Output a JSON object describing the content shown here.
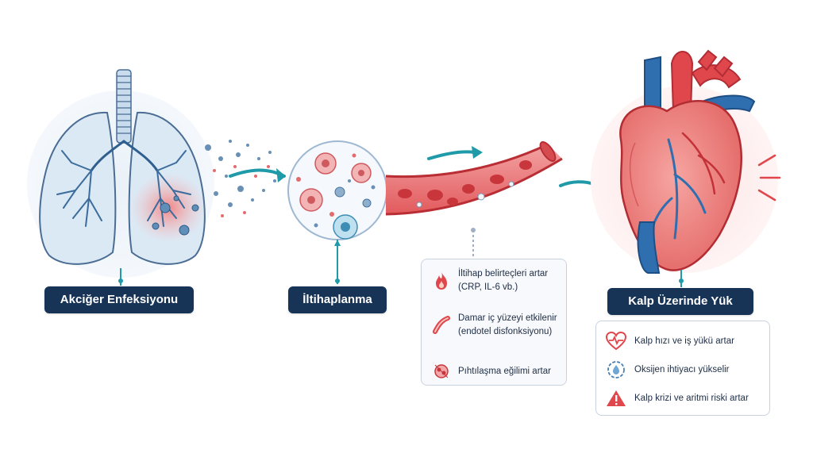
{
  "stages": {
    "lung": {
      "label": "Akciğer Enfeksiyonu"
    },
    "inflammation": {
      "label": "İltihaplanma"
    },
    "heart": {
      "label": "Kalp Üzerinde Yük"
    }
  },
  "vessel_effects": {
    "items": [
      {
        "icon": "flame-icon",
        "line1": "İltihap belirteçleri artar",
        "line2": "(CRP, IL-6 vb.)"
      },
      {
        "icon": "vessel-wall-icon",
        "line1": "Damar iç yüzeyi etkilenir",
        "line2": "(endotel disfonksiyonu)"
      },
      {
        "icon": "clot-icon",
        "line1": "Pıhtılaşma eğilimi artar",
        "line2": ""
      }
    ]
  },
  "heart_effects": {
    "items": [
      {
        "icon": "heart-pulse-icon",
        "text": "Kalp hızı ve iş yükü artar"
      },
      {
        "icon": "oxygen-drop-icon",
        "text": "Oksijen ihtiyacı yükselir"
      },
      {
        "icon": "warning-icon",
        "text": "Kalp krizi ve aritmi riski artar"
      }
    ]
  },
  "colors": {
    "navy": "#173456",
    "teal": "#1f9aa8",
    "red": "#e0474c",
    "blue": "#2f6fb0",
    "lung_fill": "#dbe9f5"
  }
}
